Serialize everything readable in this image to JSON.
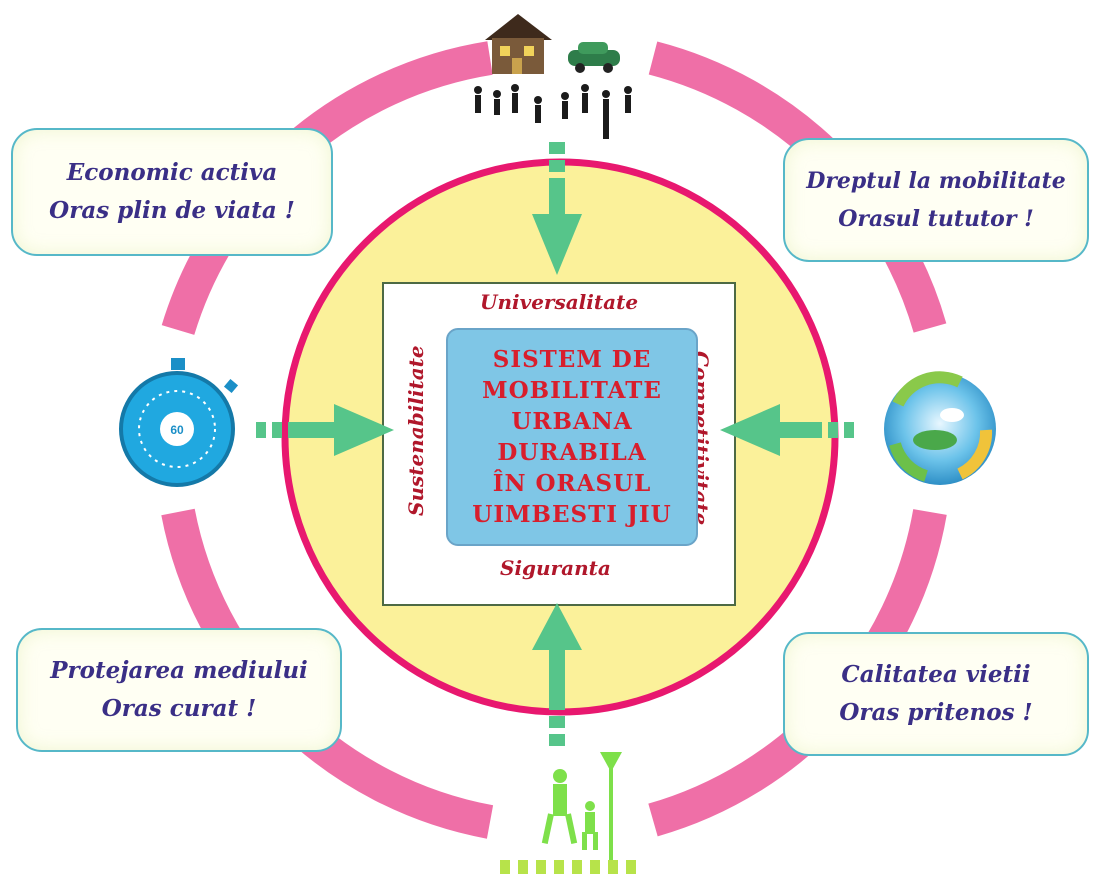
{
  "center": {
    "title_lines": [
      "SISTEM DE",
      "MOBILITATE",
      "URBANA",
      "DURABILA",
      "ÎN ORASUL",
      "UIMBESTI JIU"
    ],
    "top_label": "Universalitate",
    "bottom_label": "Siguranta",
    "left_label": "Sustenabilitate",
    "right_label": "Competitivitate"
  },
  "callouts": {
    "top_left": [
      "Economic activa",
      "Oras plin de viata !"
    ],
    "top_right": [
      "Dreptul la mobilitate",
      "Orasul tututor !"
    ],
    "bottom_left": [
      "Protejarea mediului",
      "Oras curat !"
    ],
    "bottom_right": [
      "Calitatea vietii",
      "Oras pritenos !"
    ]
  },
  "stopwatch_label": "60",
  "icons": {
    "top": "house-car-people-icon",
    "left": "stopwatch-icon",
    "right": "recycle-earth-icon",
    "bottom": "pedestrian-crossing-icon"
  },
  "colors": {
    "ring": "#ef6fa7",
    "inner_circle_fill": "#fbf19a",
    "inner_circle_border": "#e8186f",
    "arrow": "#56c58a",
    "center_box": "#7fc6e6",
    "callout_text": "#3a2f86",
    "label_text": "#b0172b",
    "title_text": "#d81e2c"
  }
}
